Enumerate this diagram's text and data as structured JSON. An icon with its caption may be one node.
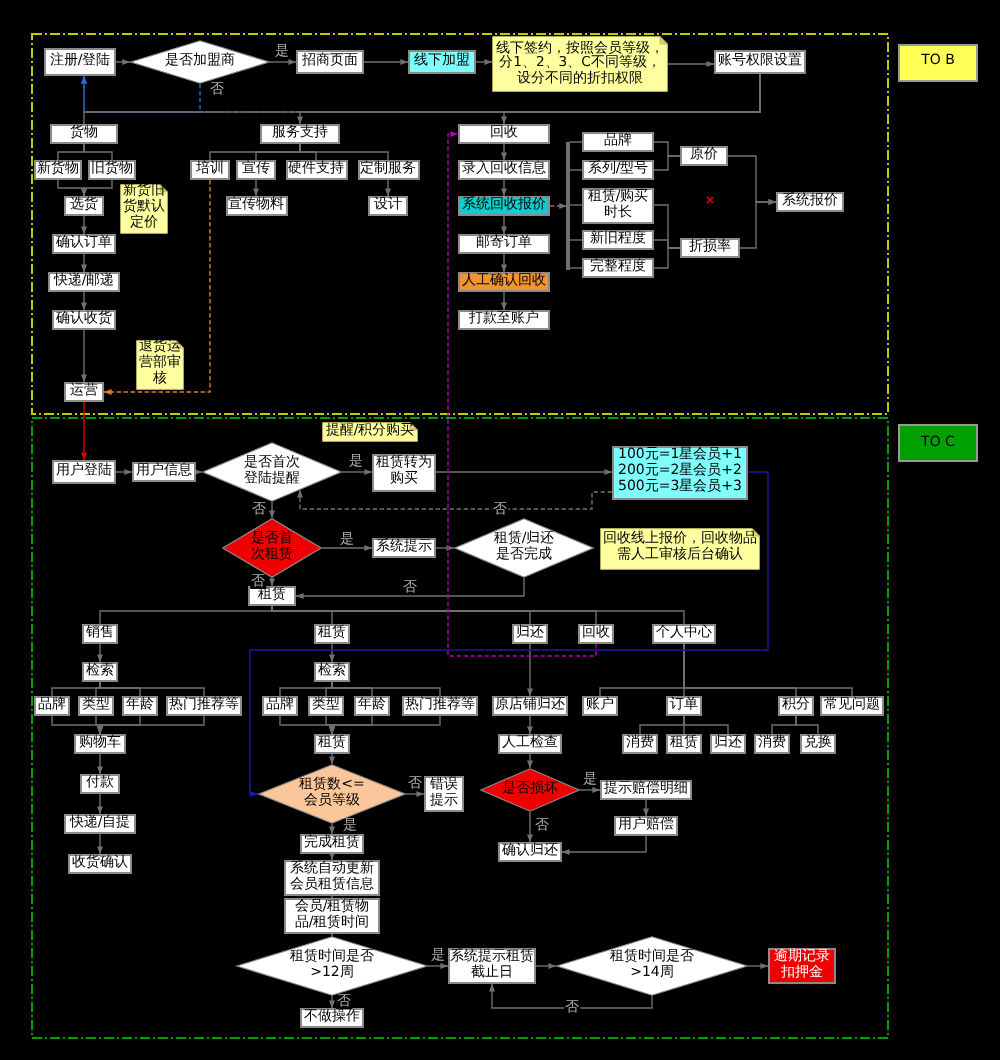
{
  "diagram": {
    "nodes": [
      {
        "text": [
          "注册/登陆"
        ]
      },
      {
        "text": [
          "是否加盟商"
        ]
      },
      {
        "text": [
          "招商页面"
        ]
      },
      {
        "text": [
          "线下加盟"
        ]
      },
      {
        "text": [
          "线下签约，按照会员等级，分1、2、3、C不同等级，设分不同的折扣权限"
        ]
      },
      {
        "text": [
          "账号权限设置"
        ]
      },
      {
        "text": [
          "TO B"
        ]
      },
      {
        "text": [
          "货物"
        ]
      },
      {
        "text": [
          "服务支持"
        ]
      },
      {
        "text": [
          "回收"
        ]
      },
      {
        "text": [
          "新货物"
        ]
      },
      {
        "text": [
          "旧货物"
        ]
      },
      {
        "text": [
          "培训"
        ]
      },
      {
        "text": [
          "宣传"
        ]
      },
      {
        "text": [
          "硬件支持"
        ]
      },
      {
        "text": [
          "定制服务"
        ]
      },
      {
        "text": [
          "录入回收信息"
        ]
      },
      {
        "text": [
          "品牌"
        ]
      },
      {
        "text": [
          "系列/型号"
        ]
      },
      {
        "text": [
          "原价"
        ]
      },
      {
        "text": [
          "宣传物料"
        ]
      },
      {
        "text": [
          "设计"
        ]
      },
      {
        "text": [
          "系统回收报价"
        ]
      },
      {
        "text": [
          "租赁/购买时长"
        ]
      },
      {
        "text": [
          "系统报价"
        ]
      },
      {
        "text": [
          "选货"
        ]
      },
      {
        "text": [
          "新货旧货默认定价"
        ]
      },
      {
        "text": [
          "确认订单"
        ]
      },
      {
        "text": [
          "邮寄订单"
        ]
      },
      {
        "text": [
          "新旧程度"
        ]
      },
      {
        "text": [
          "折损率"
        ]
      },
      {
        "text": [
          "完整程度"
        ]
      },
      {
        "text": [
          "快递/邮递"
        ]
      },
      {
        "text": [
          "人工确认回收"
        ]
      },
      {
        "text": [
          "确认收货"
        ]
      },
      {
        "text": [
          "打款至账户"
        ]
      },
      {
        "text": [
          "退货运营部审核"
        ]
      },
      {
        "text": [
          "运营"
        ]
      },
      {
        "text": [
          "TO C"
        ]
      },
      {
        "text": [
          "用户登陆"
        ]
      },
      {
        "text": [
          "用户信息"
        ]
      },
      {
        "text": [
          "是否首次登陆提醒"
        ]
      },
      {
        "text": [
          "提醒/积分购买"
        ]
      },
      {
        "text": [
          "租赁转为购买"
        ]
      },
      {
        "text": [
          "100元=1星会员+1",
          "200元=2星会员+2",
          "500元=3星会员+3"
        ]
      },
      {
        "text": [
          "是否首次租赁"
        ]
      },
      {
        "text": [
          "系统提示"
        ]
      },
      {
        "text": [
          "租赁/归还是否完成"
        ]
      },
      {
        "text": [
          "回收线上报价，回收物品需人工审核后台确认"
        ]
      },
      {
        "text": [
          "租赁"
        ]
      },
      {
        "text": [
          "销售"
        ]
      },
      {
        "text": [
          "租赁"
        ]
      },
      {
        "text": [
          "归还"
        ]
      },
      {
        "text": [
          "回收"
        ]
      },
      {
        "text": [
          "个人中心"
        ]
      },
      {
        "text": [
          "检索"
        ]
      },
      {
        "text": [
          "检索"
        ]
      },
      {
        "text": [
          "品牌"
        ]
      },
      {
        "text": [
          "类型"
        ]
      },
      {
        "text": [
          "年龄"
        ]
      },
      {
        "text": [
          "热门推荐等"
        ]
      },
      {
        "text": [
          "品牌"
        ]
      },
      {
        "text": [
          "类型"
        ]
      },
      {
        "text": [
          "年龄"
        ]
      },
      {
        "text": [
          "热门推荐等"
        ]
      },
      {
        "text": [
          "原店铺归还"
        ]
      },
      {
        "text": [
          "账户"
        ]
      },
      {
        "text": [
          "订单"
        ]
      },
      {
        "text": [
          "积分"
        ]
      },
      {
        "text": [
          "常见问题"
        ]
      },
      {
        "text": [
          "购物车"
        ]
      },
      {
        "text": [
          "租赁"
        ]
      },
      {
        "text": [
          "消费"
        ]
      },
      {
        "text": [
          "租赁"
        ]
      },
      {
        "text": [
          "归还"
        ]
      },
      {
        "text": [
          "消费"
        ]
      },
      {
        "text": [
          "兑换"
        ]
      },
      {
        "text": [
          "付款"
        ]
      },
      {
        "text": [
          "人工检查"
        ]
      },
      {
        "text": [
          "租赁数<=会员等级"
        ]
      },
      {
        "text": [
          "错误提示"
        ]
      },
      {
        "text": [
          "是否损坏"
        ]
      },
      {
        "text": [
          "提示赔偿明细"
        ]
      },
      {
        "text": [
          "快递/自提"
        ]
      },
      {
        "text": [
          "用户赔偿"
        ]
      },
      {
        "text": [
          "确认归还"
        ]
      },
      {
        "text": [
          "完成租赁"
        ]
      },
      {
        "text": [
          "收货确认"
        ]
      },
      {
        "text": [
          "系统自动更新会员租赁信息"
        ]
      },
      {
        "text": [
          "会员/租赁物品/租赁时间"
        ]
      },
      {
        "text": [
          "租赁时间是否>12周"
        ]
      },
      {
        "text": [
          "系统提示租赁截止日"
        ]
      },
      {
        "text": [
          "租赁时间是否>14周"
        ]
      },
      {
        "text": [
          "逾期记录扣押金"
        ]
      },
      {
        "text": [
          "不做操作"
        ]
      },
      {
        "text": [],
        "shape": "bar"
      }
    ],
    "edges": [
      {
        "from": 0,
        "to": 1,
        "arrow": "to"
      },
      {
        "from": 1,
        "to": 2,
        "arrow": "to",
        "label": "是"
      },
      {
        "from": 2,
        "to": 3,
        "arrow": "to"
      },
      {
        "from": 3,
        "to": 4,
        "arrow": "to"
      },
      {
        "from": 4,
        "to": 5,
        "arrow": "to"
      },
      {
        "from": 1,
        "to": 0,
        "arrow": "to",
        "label": "否",
        "style": "dashed",
        "color": "#2a6bd1"
      },
      {
        "from": 5,
        "to": 0,
        "arrow": "to",
        "style": "dashed",
        "color": "#2a6bd1"
      },
      {
        "from": 5,
        "to": 7,
        "arrow": "none"
      },
      {
        "from": 5,
        "to": 8,
        "arrow": "to"
      },
      {
        "from": 5,
        "to": 9,
        "arrow": "to"
      },
      {
        "from": 7,
        "to": 10,
        "arrow": "none"
      },
      {
        "from": 7,
        "to": 11,
        "arrow": "none"
      },
      {
        "from": 8,
        "to": 12,
        "arrow": "none"
      },
      {
        "from": 8,
        "to": 13,
        "arrow": "none"
      },
      {
        "from": 8,
        "to": 14,
        "arrow": "none"
      },
      {
        "from": 8,
        "to": 15,
        "arrow": "none"
      },
      {
        "from": 9,
        "to": 16,
        "arrow": "to"
      },
      {
        "from": 10,
        "to": 25,
        "arrow": "to"
      },
      {
        "from": 11,
        "to": 25,
        "arrow": "to"
      },
      {
        "from": 13,
        "to": 20,
        "arrow": "to"
      },
      {
        "from": 15,
        "to": 21,
        "arrow": "to"
      },
      {
        "from": 16,
        "to": 22,
        "arrow": "to"
      },
      {
        "from": 22,
        "to": 95,
        "arrow": "to",
        "style": "dashed"
      },
      {
        "from": 17,
        "to": 19,
        "arrow": "none"
      },
      {
        "from": 18,
        "to": 19,
        "arrow": "none"
      },
      {
        "from": 22,
        "to": 28,
        "arrow": "to"
      },
      {
        "from": 23,
        "to": 30,
        "arrow": "none"
      },
      {
        "from": 29,
        "to": 30,
        "arrow": "none"
      },
      {
        "from": 31,
        "to": 30,
        "arrow": "none"
      },
      {
        "from": 19,
        "to": 24,
        "arrow": "to"
      },
      {
        "from": 30,
        "to": 24,
        "arrow": "to"
      },
      {
        "from": 25,
        "to": 27,
        "arrow": "to"
      },
      {
        "from": 28,
        "to": 33,
        "arrow": "to"
      },
      {
        "from": 27,
        "to": 32,
        "arrow": "to"
      },
      {
        "from": 33,
        "to": 35,
        "arrow": "to"
      },
      {
        "from": 32,
        "to": 34,
        "arrow": "to"
      },
      {
        "from": 34,
        "to": 37,
        "arrow": "to"
      },
      {
        "from": 12,
        "to": 37,
        "arrow": "to",
        "style": "dashed",
        "color": "#e07b22"
      },
      {
        "from": 37,
        "to": 39,
        "arrow": "to",
        "color": "#e00000"
      },
      {
        "from": 39,
        "to": 40,
        "arrow": "to"
      },
      {
        "from": 40,
        "to": 41,
        "arrow": "to"
      },
      {
        "from": 41,
        "to": 43,
        "arrow": "to",
        "label": "是"
      },
      {
        "from": 43,
        "to": 44,
        "arrow": "to"
      },
      {
        "from": 44,
        "to": 41,
        "arrow": "to",
        "label": "否",
        "style": "dashed"
      },
      {
        "from": 41,
        "to": 45,
        "arrow": "to",
        "label": "否"
      },
      {
        "from": 45,
        "to": 46,
        "arrow": "to",
        "label": "是"
      },
      {
        "from": 46,
        "to": 47,
        "arrow": "to"
      },
      {
        "from": 47,
        "to": 49,
        "arrow": "to",
        "label": "否"
      },
      {
        "from": 45,
        "to": 49,
        "arrow": "to",
        "label": "否"
      },
      {
        "from": 49,
        "to": 50,
        "arrow": "none"
      },
      {
        "from": 49,
        "to": 51,
        "arrow": "none"
      },
      {
        "from": 49,
        "to": 52,
        "arrow": "none"
      },
      {
        "from": 49,
        "to": 53,
        "arrow": "none"
      },
      {
        "from": 49,
        "to": 54,
        "arrow": "none"
      },
      {
        "from": 50,
        "to": 55,
        "arrow": "to"
      },
      {
        "from": 51,
        "to": 56,
        "arrow": "to"
      },
      {
        "from": 55,
        "to": 57,
        "arrow": "none"
      },
      {
        "from": 55,
        "to": 58,
        "arrow": "none"
      },
      {
        "from": 55,
        "to": 59,
        "arrow": "none"
      },
      {
        "from": 55,
        "to": 60,
        "arrow": "none"
      },
      {
        "from": 56,
        "to": 61,
        "arrow": "none"
      },
      {
        "from": 56,
        "to": 62,
        "arrow": "none"
      },
      {
        "from": 56,
        "to": 63,
        "arrow": "none"
      },
      {
        "from": 56,
        "to": 64,
        "arrow": "none"
      },
      {
        "from": 57,
        "to": 70,
        "arrow": "to"
      },
      {
        "from": 58,
        "to": 70,
        "arrow": "to"
      },
      {
        "from": 59,
        "to": 70,
        "arrow": "to"
      },
      {
        "from": 60,
        "to": 70,
        "arrow": "to"
      },
      {
        "from": 61,
        "to": 71,
        "arrow": "to"
      },
      {
        "from": 62,
        "to": 71,
        "arrow": "to"
      },
      {
        "from": 63,
        "to": 71,
        "arrow": "to"
      },
      {
        "from": 64,
        "to": 71,
        "arrow": "to"
      },
      {
        "from": 52,
        "to": 65,
        "arrow": "to"
      },
      {
        "from": 53,
        "to": 9,
        "arrow": "to",
        "style": "dashed",
        "color": "#b000b0"
      },
      {
        "from": 54,
        "to": 66,
        "arrow": "none"
      },
      {
        "from": 54,
        "to": 67,
        "arrow": "none"
      },
      {
        "from": 54,
        "to": 68,
        "arrow": "none"
      },
      {
        "from": 54,
        "to": 69,
        "arrow": "none"
      },
      {
        "from": 67,
        "to": 72,
        "arrow": "none"
      },
      {
        "from": 67,
        "to": 73,
        "arrow": "none"
      },
      {
        "from": 67,
        "to": 74,
        "arrow": "none"
      },
      {
        "from": 68,
        "to": 75,
        "arrow": "none"
      },
      {
        "from": 68,
        "to": 76,
        "arrow": "none"
      },
      {
        "from": 70,
        "to": 77,
        "arrow": "to"
      },
      {
        "from": 77,
        "to": 83,
        "arrow": "to"
      },
      {
        "from": 83,
        "to": 87,
        "arrow": "to"
      },
      {
        "from": 71,
        "to": 79,
        "arrow": "to"
      },
      {
        "from": 44,
        "to": 79,
        "arrow": "to",
        "color": "#1a1aa8"
      },
      {
        "from": 79,
        "to": 80,
        "arrow": "to",
        "label": "否"
      },
      {
        "from": 79,
        "to": 86,
        "arrow": "to",
        "label": "是"
      },
      {
        "from": 86,
        "to": 88,
        "arrow": "to"
      },
      {
        "from": 88,
        "to": 89,
        "arrow": "to"
      },
      {
        "from": 89,
        "to": 90,
        "arrow": "to"
      },
      {
        "from": 90,
        "to": 94,
        "arrow": "to",
        "label": "否"
      },
      {
        "from": 90,
        "to": 91,
        "arrow": "to",
        "label": "是"
      },
      {
        "from": 91,
        "to": 92,
        "arrow": "to"
      },
      {
        "from": 92,
        "to": 91,
        "arrow": "to",
        "label": "否"
      },
      {
        "from": 92,
        "to": 93,
        "arrow": "to"
      },
      {
        "from": 65,
        "to": 78,
        "arrow": "to"
      },
      {
        "from": 78,
        "to": 81,
        "arrow": "to"
      },
      {
        "from": 81,
        "to": 82,
        "arrow": "to",
        "label": "是"
      },
      {
        "from": 82,
        "to": 84,
        "arrow": "to"
      },
      {
        "from": 81,
        "to": 85,
        "arrow": "to",
        "label": "否"
      },
      {
        "from": 84,
        "to": 85,
        "arrow": "to"
      },
      {
        "from": 95,
        "to": 17,
        "arrow": "none"
      },
      {
        "from": 95,
        "to": 18,
        "arrow": "none"
      },
      {
        "from": 95,
        "to": 23,
        "arrow": "none"
      },
      {
        "from": 95,
        "to": 29,
        "arrow": "none"
      },
      {
        "from": 95,
        "to": 31,
        "arrow": "none"
      }
    ]
  }
}
